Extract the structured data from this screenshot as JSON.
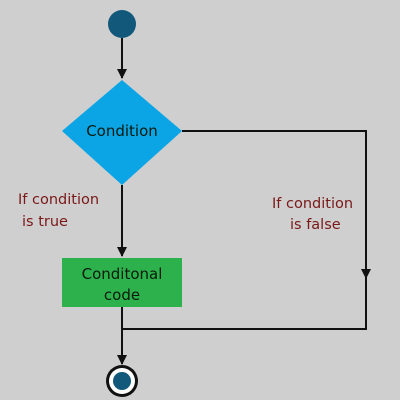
{
  "decision": {
    "label": "Condition"
  },
  "process": {
    "lines": [
      "Conditonal",
      "code"
    ]
  },
  "branch_true": {
    "lines": [
      "If condition",
      "is true"
    ]
  },
  "branch_false": {
    "lines": [
      "If condition",
      "is false"
    ]
  },
  "colors": {
    "background": "#cfcfcf",
    "start_node": "#11587a",
    "decision_fill": "#0ba5e6",
    "process_fill": "#2cb14d",
    "connector": "#111111",
    "branch_label": "#7a1818",
    "end_ring": "#ffffff"
  }
}
